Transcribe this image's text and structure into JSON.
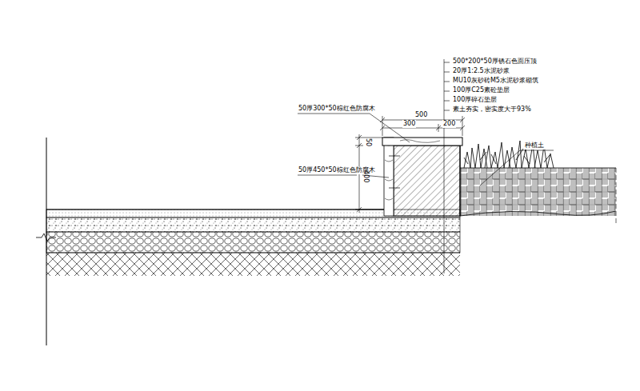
{
  "diagram": {
    "labels": [
      "500*200*50厚锈石色面压顶",
      "20厚1:2.5水泥砂浆",
      "MU10灰砂砖M5水泥砂浆砌筑",
      "100厚C25素砼垫层",
      "100厚碎石垫层",
      "素土夯实，密实度大于93%",
      "500",
      "300",
      "200",
      "50厚300*50棕红色防腐木",
      "50",
      "50厚450*50棕红色防腐木",
      "400",
      "种植土"
    ]
  }
}
